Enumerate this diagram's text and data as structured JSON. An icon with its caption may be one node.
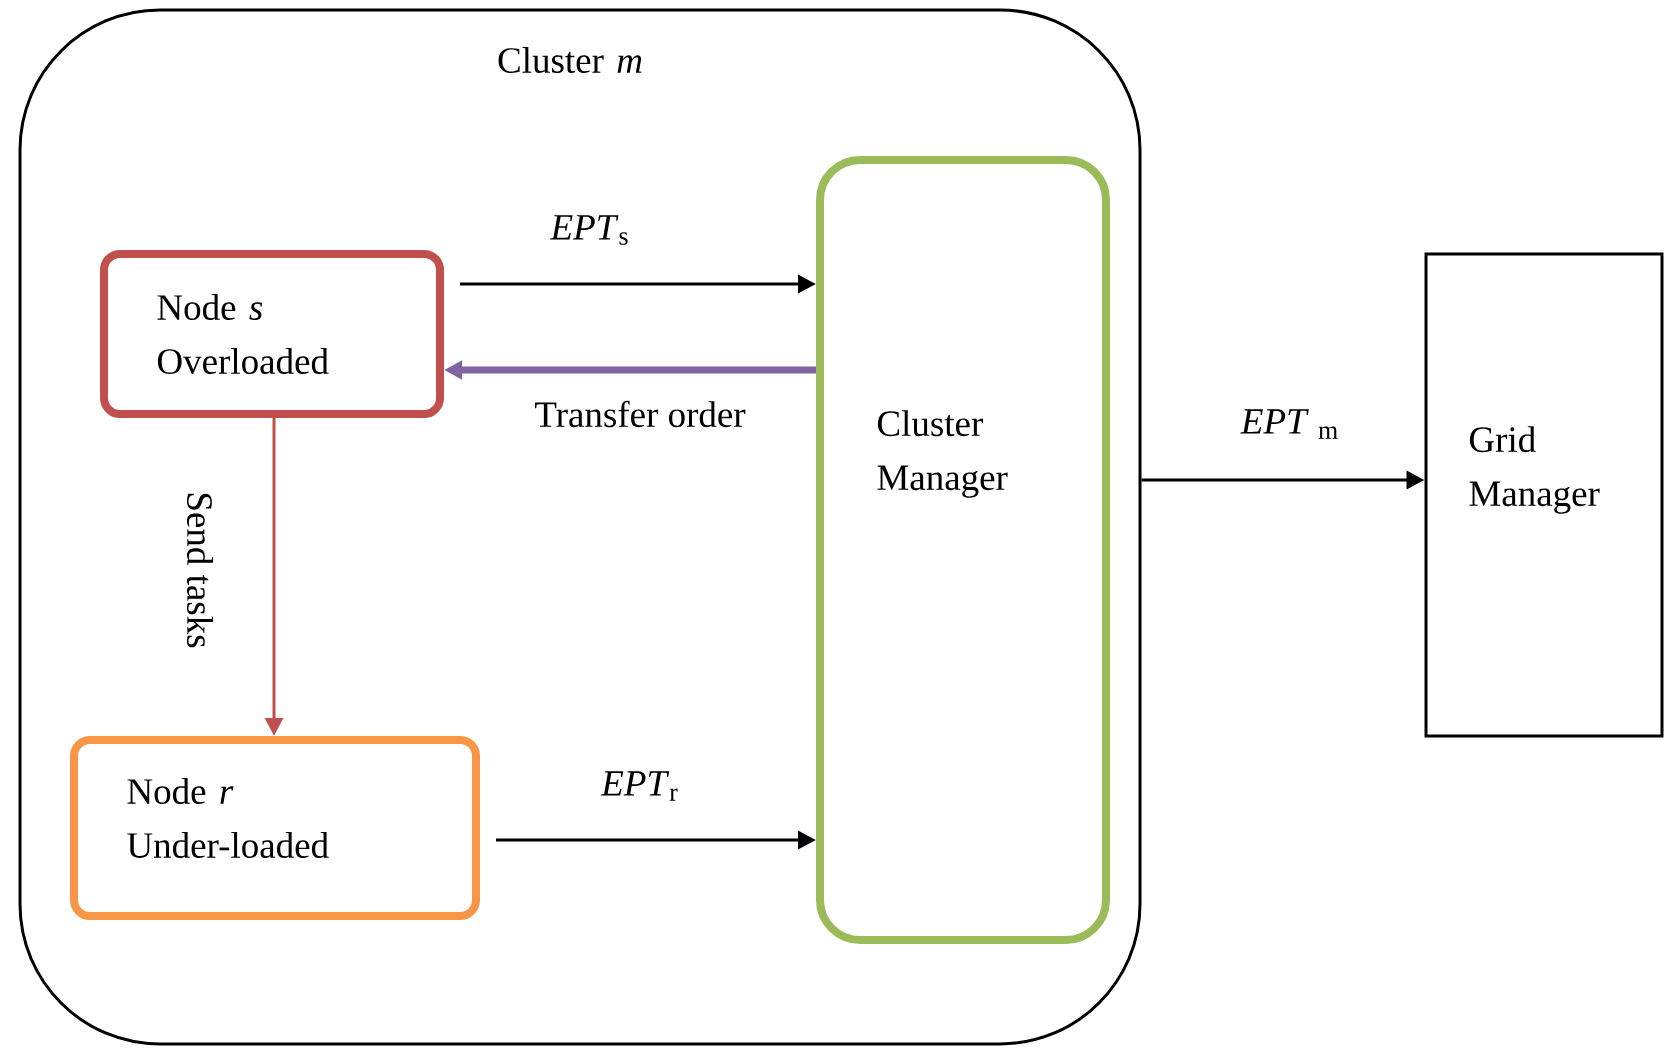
{
  "diagram": {
    "nodes": [
      {
        "text": [
          "Cluster *m*"
        ]
      },
      {
        "text": [
          "Node *s* Overloaded"
        ],
        "in": 0
      },
      {
        "text": [
          "Cluster Manager"
        ],
        "in": 0
      },
      {
        "text": [
          "Node *r* Under-loaded"
        ],
        "in": 0
      },
      {
        "text": [
          "Grid Manager"
        ]
      }
    ],
    "edges": [
      {
        "from": 1,
        "to": 2,
        "arrow": "to",
        "label": "*EPT*$_{s}$"
      },
      {
        "from": 2,
        "to": 1,
        "arrow": "to",
        "label": "Transfer order",
        "color": "#8064a2",
        "style": "thick"
      },
      {
        "from": 1,
        "to": 3,
        "arrow": "to",
        "label": "Send tasks",
        "color": "#c0504d"
      },
      {
        "from": 3,
        "to": 2,
        "arrow": "to",
        "label": "*EPT*$_{r}$"
      },
      {
        "from": 0,
        "to": 4,
        "arrow": "to",
        "label": "*EPT* $_{m}$"
      }
    ]
  }
}
